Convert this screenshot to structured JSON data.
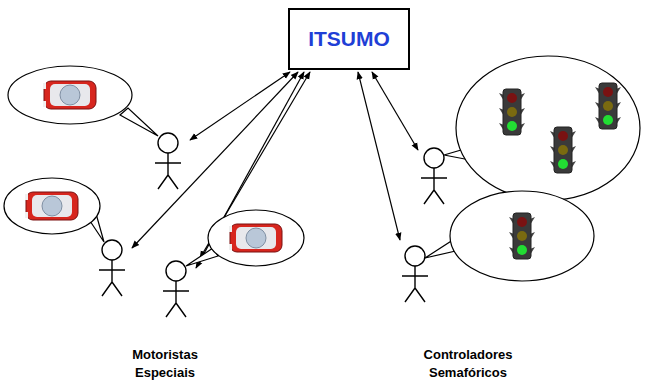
{
  "diagram": {
    "nodes": [
      {
        "text": [
          "ITSUMO"
        ]
      }
    ],
    "labels": [
      "Motoristas Especiais",
      "Controladores Semafóricos"
    ]
  }
}
